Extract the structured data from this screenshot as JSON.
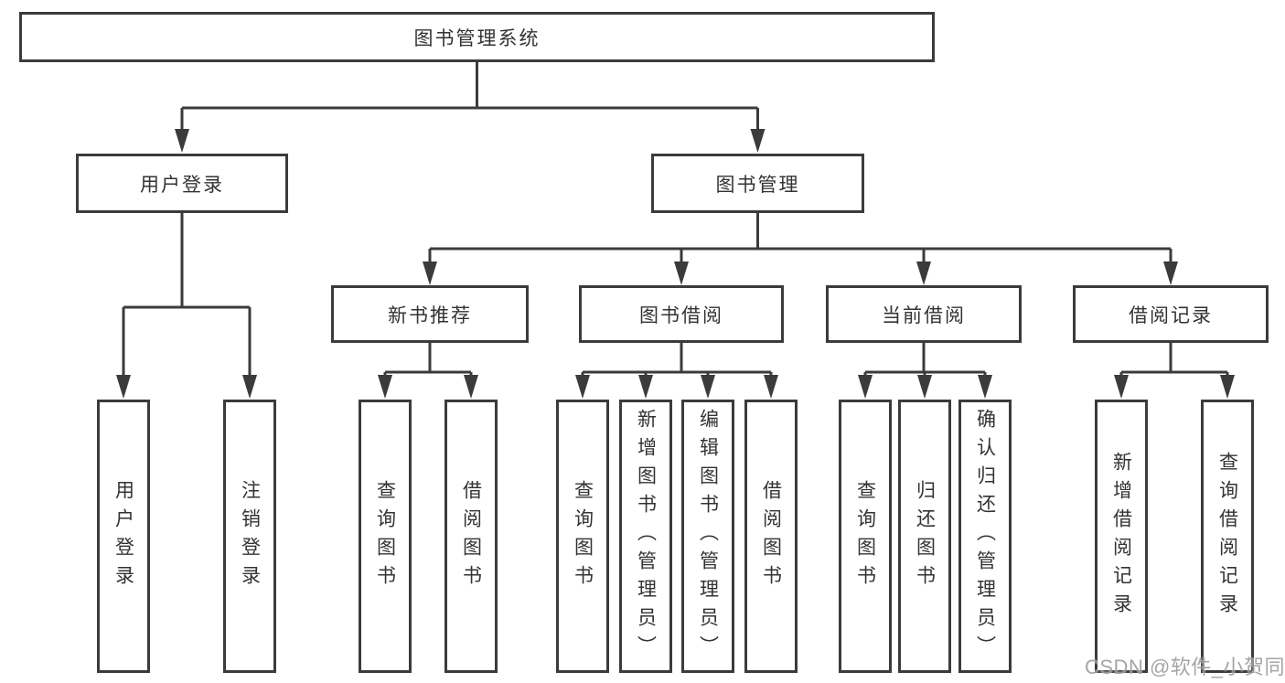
{
  "page": {
    "type": "hierarchy-diagram",
    "background": "#ffffff"
  },
  "colors": {
    "line": "#3b3b3b",
    "box_border": "#3b3b3b",
    "box_fill": "#ffffff",
    "text": "#333333",
    "watermark": "#9c9c9c"
  },
  "tree": {
    "label": "图书管理系统",
    "children": [
      {
        "label": "用户登录",
        "children": [
          {
            "label": "用户登录"
          },
          {
            "label": "注销登录"
          }
        ]
      },
      {
        "label": "图书管理",
        "children": [
          {
            "label": "新书推荐",
            "children": [
              {
                "label": "查询图书"
              },
              {
                "label": "借阅图书"
              }
            ]
          },
          {
            "label": "图书借阅",
            "children": [
              {
                "label": "查询图书"
              },
              {
                "label": "新增图书（管理员）"
              },
              {
                "label": "编辑图书（管理员）"
              },
              {
                "label": "借阅图书"
              }
            ]
          },
          {
            "label": "当前借阅",
            "children": [
              {
                "label": "查询图书"
              },
              {
                "label": "归还图书"
              },
              {
                "label": "确认归还（管理员）"
              }
            ]
          },
          {
            "label": "借阅记录",
            "children": [
              {
                "label": "新增借阅记录"
              },
              {
                "label": "查询借阅记录"
              }
            ]
          }
        ]
      }
    ]
  },
  "watermark": {
    "text": "CSDN @软件_小贺同学"
  }
}
